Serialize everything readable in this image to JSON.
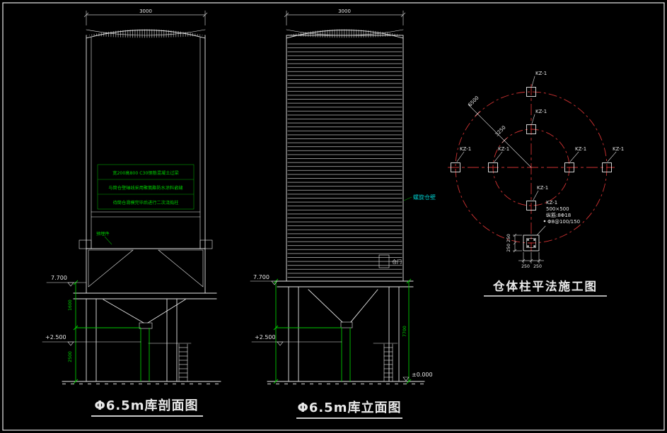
{
  "sheet": {
    "background": "#000000",
    "frame_color": "#ffffff"
  },
  "colors": {
    "line": "#e8e8e8",
    "dimension": "#00c800",
    "axis": "#d03232",
    "callout": "#00c8c8"
  },
  "section_view": {
    "title": "Φ6.5m库剖面图",
    "dim_top": "3000",
    "notes": [
      "宽200高800 C30钢筋混凝土过梁",
      "与筒仓壁轴线采用聚氨酯防水涂料嵌缝",
      "待筒仓滑模完毕后进行二次浇捣柱"
    ],
    "label_embed": "预埋件",
    "level_upper": "7.700",
    "level_lower": "+2.500",
    "dim_left_upper": "1600",
    "dim_left_lower": "2500"
  },
  "elevation_view": {
    "title": "Φ6.5m库立面图",
    "dim_top": "3000",
    "label_wall": "螺旋仓壁",
    "label_door": "仓门",
    "level_upper": "7.700",
    "level_lower": "+2.500",
    "level_zero": "±0.000",
    "dim_right": "7700"
  },
  "plan_view": {
    "title": "仓体柱平法施工图",
    "column_label": "KZ-1",
    "dim_outer": "6500",
    "dim_inner": "3250",
    "detail_name": "KZ-1",
    "detail_size": "500×500",
    "detail_rebar": "纵筋:8Φ18",
    "detail_stirrup": "Φ8@100/150",
    "dim_b1": "250",
    "dim_b2": "250",
    "dim_side": "250 250"
  }
}
